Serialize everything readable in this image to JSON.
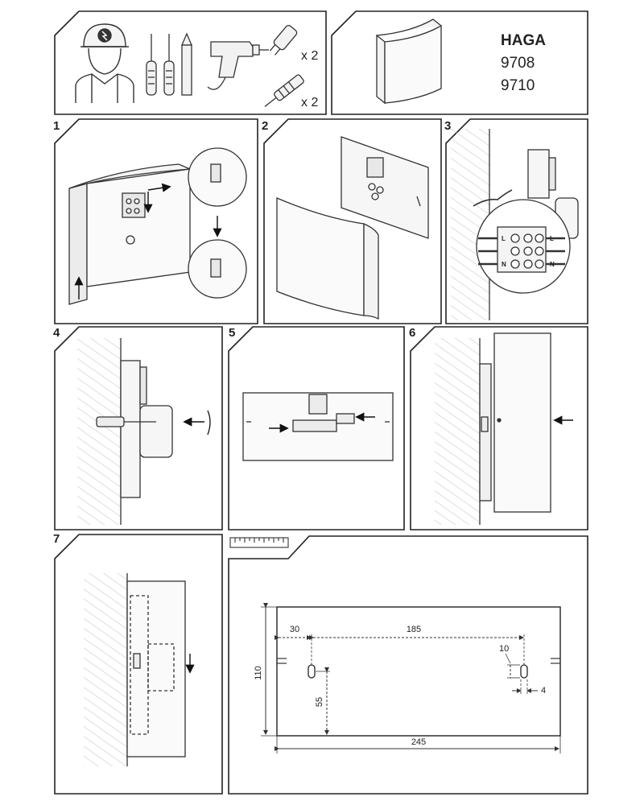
{
  "product": {
    "name": "HAGA",
    "codes": [
      "9708",
      "9710"
    ]
  },
  "tools": {
    "bulb_qty": "x 2",
    "anchor_qty": "x 2"
  },
  "steps": [
    "1",
    "2",
    "3",
    "4",
    "5",
    "6",
    "7"
  ],
  "terminal_block": {
    "top_label": "L",
    "mid_label": "N",
    "right_top": "L",
    "right_bottom": "N"
  },
  "dimensions": {
    "height": "110",
    "left_offset": "30",
    "hole_spacing": "185",
    "slot_height": "10",
    "slot_width": "4",
    "hole_from_bottom": "55",
    "total_width": "245"
  }
}
